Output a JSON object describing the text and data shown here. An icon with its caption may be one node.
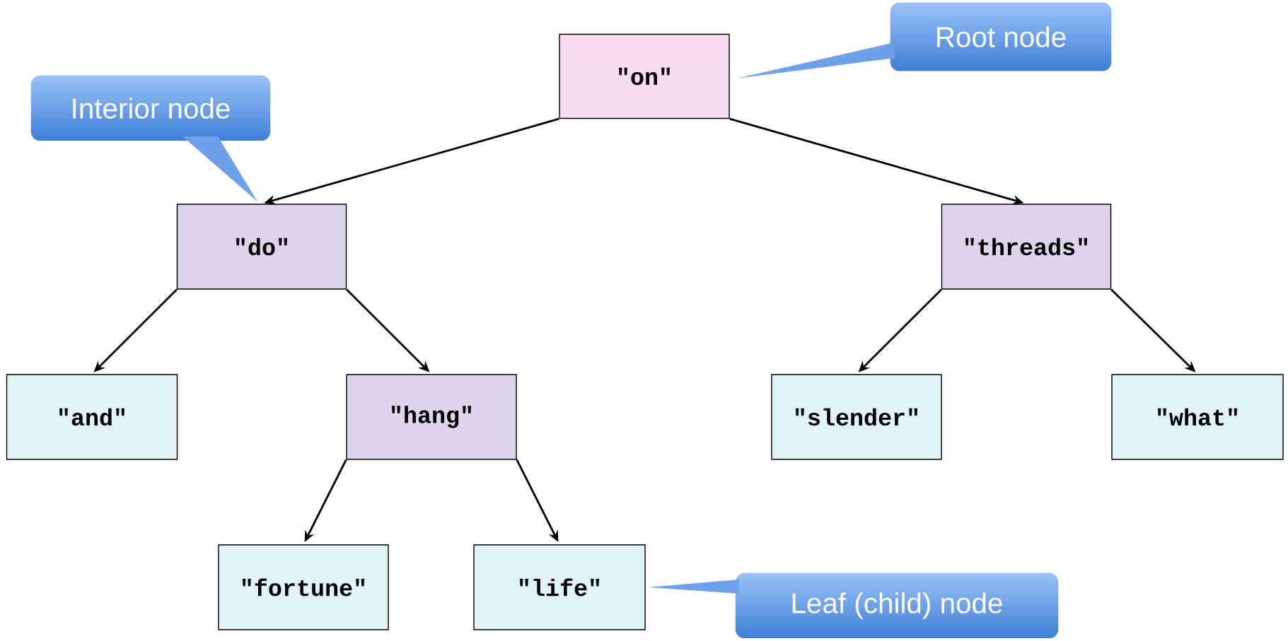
{
  "diagram": {
    "nodes": [
      {
        "text": [
          "\"on\""
        ]
      },
      {
        "text": [
          "Root node"
        ]
      },
      {
        "text": [
          "Interior node"
        ]
      },
      {
        "text": [
          "\"do\""
        ]
      },
      {
        "text": [
          "\"threads\""
        ]
      },
      {
        "text": [
          "\"and\""
        ]
      },
      {
        "text": [
          "\"hang\""
        ]
      },
      {
        "text": [
          "\"slender\""
        ]
      },
      {
        "text": [
          "\"what\""
        ]
      },
      {
        "text": [
          "\"fortune\""
        ]
      },
      {
        "text": [
          "\"life\""
        ]
      },
      {
        "text": [
          "Leaf (child) node"
        ]
      }
    ],
    "edges": [
      {
        "from": 1,
        "to": 0,
        "arrow": "none"
      },
      {
        "from": 2,
        "to": 3,
        "arrow": "none"
      },
      {
        "from": 0,
        "to": 3,
        "arrow": "to"
      },
      {
        "from": 0,
        "to": 4,
        "arrow": "to"
      },
      {
        "from": 3,
        "to": 5,
        "arrow": "to"
      },
      {
        "from": 3,
        "to": 6,
        "arrow": "to"
      },
      {
        "from": 4,
        "to": 7,
        "arrow": "to"
      },
      {
        "from": 4,
        "to": 8,
        "arrow": "to"
      },
      {
        "from": 6,
        "to": 9,
        "arrow": "to"
      },
      {
        "from": 6,
        "to": 10,
        "arrow": "to"
      },
      {
        "from": 11,
        "to": 10,
        "arrow": "none"
      }
    ]
  }
}
